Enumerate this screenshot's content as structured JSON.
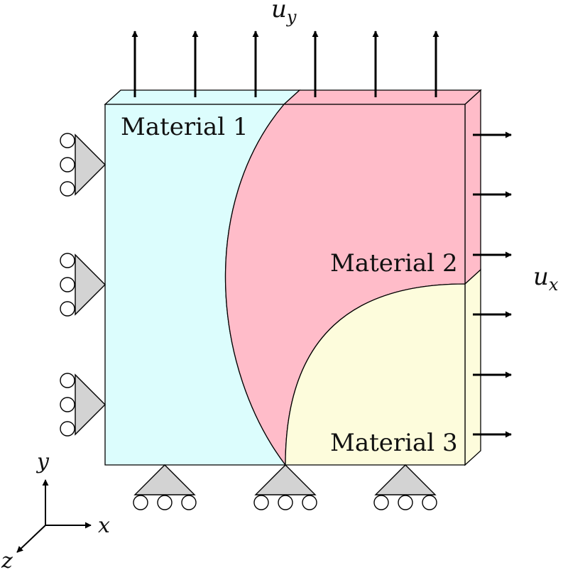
{
  "materials": [
    {
      "label": "Material 1",
      "color": "#dcfdfd"
    },
    {
      "label": "Material 2",
      "color": "#ffbcc9"
    },
    {
      "label": "Material 3",
      "color": "#fdfcdc"
    }
  ],
  "displacements": {
    "uy": {
      "symbol": "u",
      "subscript": "y"
    },
    "ux": {
      "symbol": "u",
      "subscript": "x"
    }
  },
  "axes": {
    "x": "x",
    "y": "y",
    "z": "z"
  },
  "support_color": "#d3d3d3"
}
